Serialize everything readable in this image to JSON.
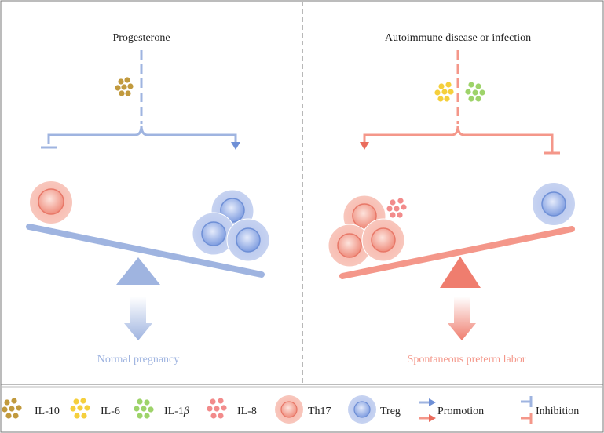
{
  "left_panel": {
    "top_label": "Progesterone",
    "outcome": "Normal pregnancy"
  },
  "right_panel": {
    "top_label": "Autoimmune disease or infection",
    "outcome": "Spontaneous preterm labor"
  },
  "legend": {
    "il10": "IL-10",
    "il6": "IL-6",
    "il1b_prefix": "IL-1",
    "il1b_greek": "β",
    "il8": "IL-8",
    "th17": "Th17",
    "treg": "Treg",
    "promotion": "Promotion",
    "inhibition": "Inhibition"
  },
  "colors": {
    "blue": "#9fb4e0",
    "blue_dark": "#6e8fd6",
    "salmon": "#f4978a",
    "salmon_dark": "#ea6c5d",
    "il10": "#c19a3e",
    "il6": "#f5cf3c",
    "il1b": "#9ed36a",
    "il8": "#f28b8b",
    "divider": "#888888"
  }
}
